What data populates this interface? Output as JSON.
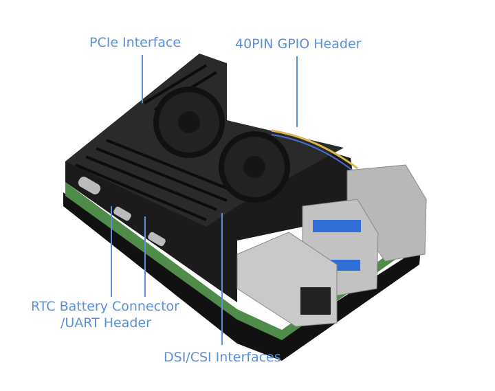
{
  "labels": {
    "pcie": "PCIe Interface",
    "gpio": "40PIN GPIO Header",
    "rtc_line1": "RTC Battery Connector",
    "rtc_line2": "/UART Header",
    "dsi": "DSI/CSI Interfaces"
  },
  "colors": {
    "label": "#5b8fd9",
    "case": "#1b1b1b",
    "board": "#4f8c4a"
  }
}
